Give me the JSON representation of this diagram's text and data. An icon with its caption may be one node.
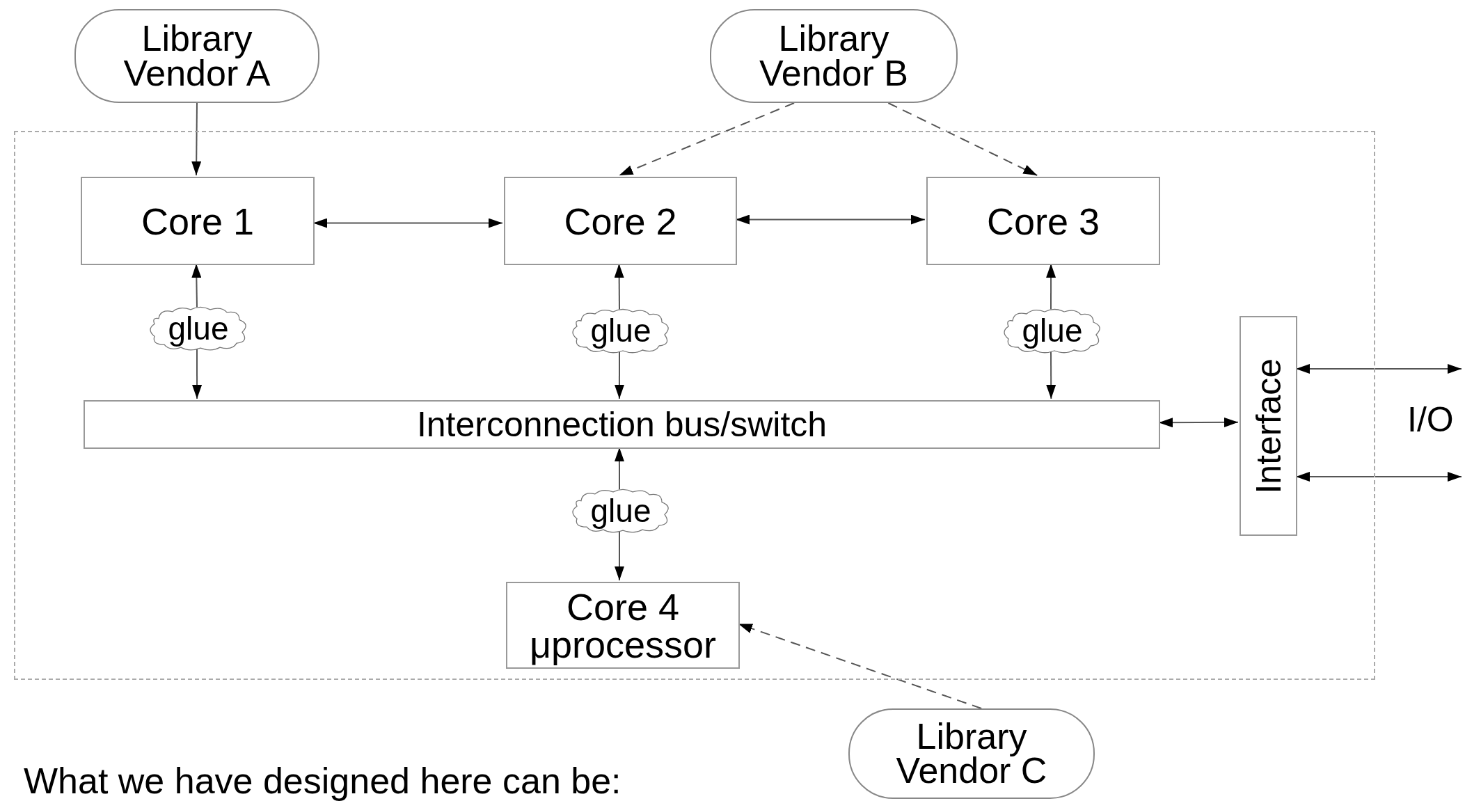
{
  "diagram": {
    "nodes": [
      {
        "text": [
          "Library Vendor A"
        ]
      },
      {
        "text": [
          "Library Vendor B"
        ]
      },
      {
        "text": [],
        "shape": "box"
      },
      {
        "text": [
          "Core 1"
        ],
        "in": 2
      },
      {
        "text": [
          "Core 2"
        ],
        "in": 2
      },
      {
        "text": [
          "Core 3"
        ],
        "in": 2
      },
      {
        "text": [
          "glue"
        ],
        "in": 2
      },
      {
        "text": [
          "glue"
        ],
        "in": 2
      },
      {
        "text": [
          "glue"
        ],
        "in": 2
      },
      {
        "text": [
          "Interconnection bus/switch"
        ],
        "in": 2
      },
      {
        "text": [
          "Interface"
        ],
        "in": 2
      },
      {
        "text": [
          "glue"
        ],
        "in": 2
      },
      {
        "text": [
          "Core 4 μprocessor"
        ],
        "in": 2
      },
      {
        "text": [
          "Library Vendor C"
        ]
      }
    ],
    "edges": [
      {
        "from": 0,
        "to": 3,
        "arrow": "to"
      },
      {
        "from": 1,
        "to": 4,
        "arrow": "to",
        "style": "dashed"
      },
      {
        "from": 1,
        "to": 5,
        "arrow": "to",
        "style": "dashed"
      },
      {
        "from": 3,
        "to": 4,
        "arrow": "both"
      },
      {
        "from": 4,
        "to": 5,
        "arrow": "both"
      },
      {
        "from": 6,
        "to": 3,
        "arrow": "to"
      },
      {
        "from": 6,
        "to": 9,
        "arrow": "to"
      },
      {
        "from": 7,
        "to": 4,
        "arrow": "to"
      },
      {
        "from": 7,
        "to": 9,
        "arrow": "to"
      },
      {
        "from": 8,
        "to": 5,
        "arrow": "to"
      },
      {
        "from": 8,
        "to": 9,
        "arrow": "to"
      },
      {
        "from": 11,
        "to": 9,
        "arrow": "to"
      },
      {
        "from": 11,
        "to": 12,
        "arrow": "to"
      },
      {
        "from": 9,
        "to": 10,
        "arrow": "both"
      },
      {
        "from": 10,
        "to": null,
        "arrow": "both"
      },
      {
        "from": 10,
        "to": null,
        "arrow": "both"
      },
      {
        "from": 13,
        "to": 12,
        "arrow": "to",
        "style": "dashed"
      }
    ],
    "labels": [
      "I/O",
      "What we have designed here can be:"
    ]
  }
}
